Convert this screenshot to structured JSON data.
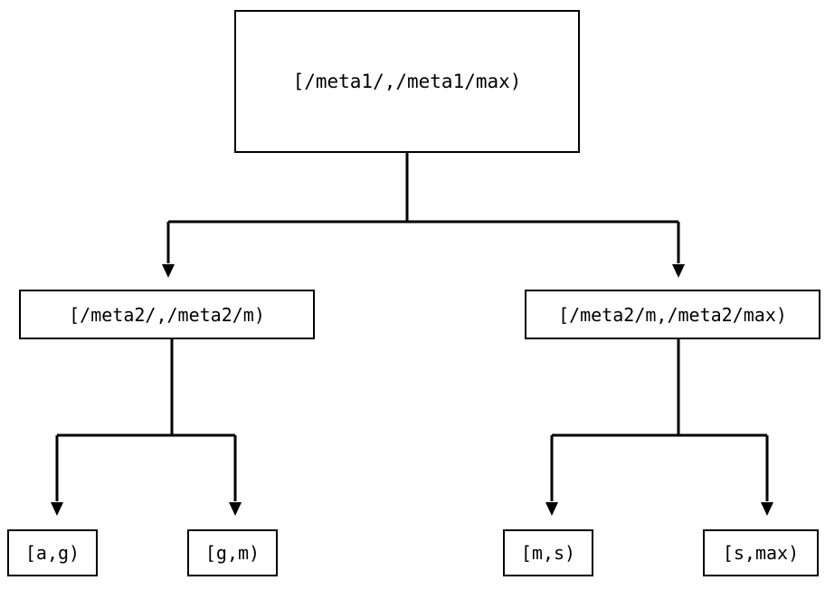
{
  "diagram": {
    "title": "range-partition-tree",
    "type": "tree",
    "orientation": "top-down",
    "colors": {
      "stroke": "#000000",
      "node_fill": "#ffffff",
      "background": "#ffffff",
      "text": "#000000"
    },
    "levels": [
      {
        "level": 0,
        "nodes": [
          {
            "id": "root",
            "label": "[/meta1/,/meta1/max)"
          }
        ]
      },
      {
        "level": 1,
        "nodes": [
          {
            "id": "mid-left",
            "label": "[/meta2/,/meta2/m)"
          },
          {
            "id": "mid-right",
            "label": "[/meta2/m,/meta2/max)"
          }
        ]
      },
      {
        "level": 2,
        "nodes": [
          {
            "id": "leaf-0",
            "label": "[a,g)"
          },
          {
            "id": "leaf-1",
            "label": "[g,m)"
          },
          {
            "id": "leaf-2",
            "label": "[m,s)"
          },
          {
            "id": "leaf-3",
            "label": "[s,max)"
          }
        ]
      }
    ],
    "edges": [
      {
        "from": "root",
        "to": "mid-left",
        "arrow": "triangle-down"
      },
      {
        "from": "root",
        "to": "mid-right",
        "arrow": "triangle-down"
      },
      {
        "from": "mid-left",
        "to": "leaf-0",
        "arrow": "triangle-down"
      },
      {
        "from": "mid-left",
        "to": "leaf-1",
        "arrow": "triangle-down"
      },
      {
        "from": "mid-right",
        "to": "leaf-2",
        "arrow": "triangle-down"
      },
      {
        "from": "mid-right",
        "to": "leaf-3",
        "arrow": "triangle-down"
      }
    ]
  }
}
